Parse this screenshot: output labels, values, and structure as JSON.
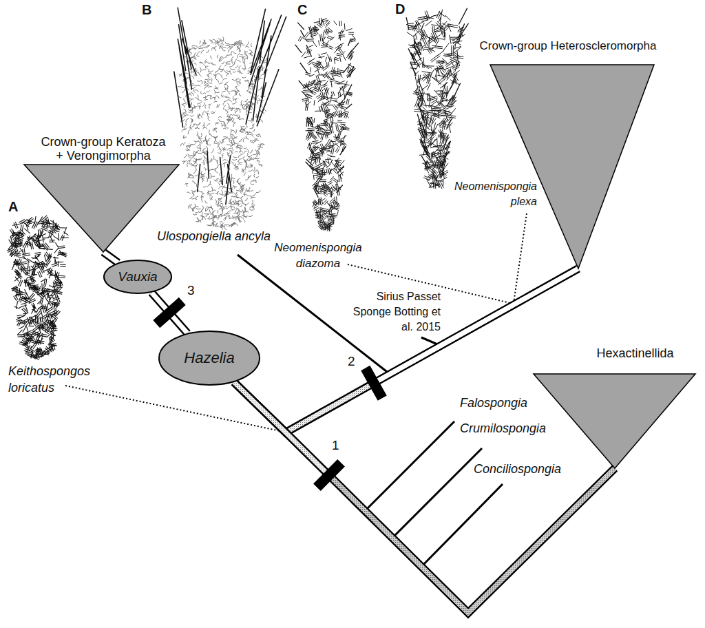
{
  "diagram": {
    "nodes": [
      {
        "text": [
          "Crown-group Keratoza + Verongimorpha"
        ]
      },
      {
        "text": [
          "Crown-group Heteroscleromorpha"
        ]
      },
      {
        "text": [
          "Vauxia"
        ]
      },
      {
        "text": [
          "Hazelia"
        ]
      },
      {
        "text": [
          "Hexactinellida"
        ]
      }
    ],
    "edges": [
      {
        "from": 0,
        "to": 2,
        "arrow": "none"
      },
      {
        "from": 2,
        "to": 3,
        "arrow": "none"
      },
      {
        "from": 3,
        "to": 1,
        "arrow": "none"
      },
      {
        "from": 3,
        "to": 4,
        "arrow": "none"
      }
    ],
    "labels": [
      "A",
      "B",
      "C",
      "D",
      "Keithospongos loricatus",
      "Ulospongiella ancyla",
      "Neomenispongia diazoma",
      "Neomenispongia plexa",
      "Sirius Passet Sponge Botting et al. 2015",
      "Falospongia",
      "Crumilospongia",
      "Conciliospongia",
      "1",
      "2",
      "3"
    ]
  }
}
